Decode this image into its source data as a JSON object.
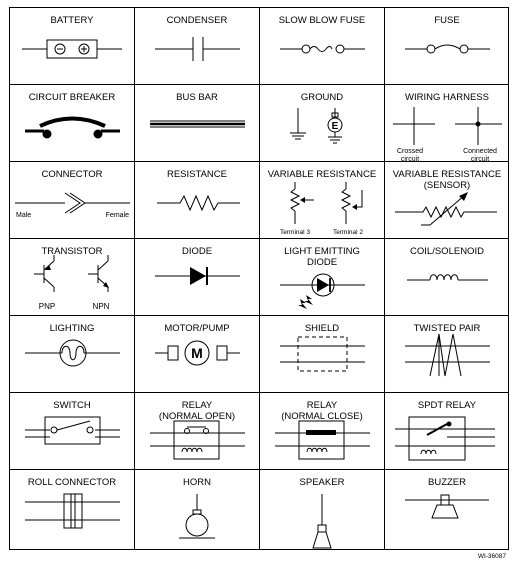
{
  "symbols": [
    {
      "title": "BATTERY"
    },
    {
      "title": "CONDENSER"
    },
    {
      "title": "SLOW BLOW FUSE"
    },
    {
      "title": "FUSE"
    },
    {
      "title": "CIRCUIT BREAKER"
    },
    {
      "title": "BUS BAR"
    },
    {
      "title": "GROUND"
    },
    {
      "title": "WIRING HARNESS",
      "labels": [
        "Crossed\ncircuit",
        "Connected\ncircuit"
      ]
    },
    {
      "title": "CONNECTOR",
      "labels": [
        "Male",
        "Female"
      ]
    },
    {
      "title": "RESISTANCE"
    },
    {
      "title": "VARIABLE RESISTANCE",
      "labels": [
        "Terminal 3",
        "Terminal 2"
      ]
    },
    {
      "title": "VARIABLE RESISTANCE\n(SENSOR)"
    },
    {
      "title": "TRANSISTOR",
      "labels": [
        "PNP",
        "NPN"
      ]
    },
    {
      "title": "DIODE"
    },
    {
      "title": "LIGHT EMITTING\nDIODE"
    },
    {
      "title": "COIL/SOLENOID"
    },
    {
      "title": "LIGHTING"
    },
    {
      "title": "MOTOR/PUMP"
    },
    {
      "title": "SHIELD"
    },
    {
      "title": "TWISTED PAIR"
    },
    {
      "title": "SWITCH"
    },
    {
      "title": "RELAY\n(NORMAL OPEN)"
    },
    {
      "title": "RELAY\n(NORMAL CLOSE)"
    },
    {
      "title": "SPDT RELAY"
    },
    {
      "title": "ROLL CONNECTOR"
    },
    {
      "title": "HORN"
    },
    {
      "title": "SPEAKER"
    },
    {
      "title": "BUZZER"
    }
  ],
  "glyphs": {
    "ground_letter": "E",
    "motor_letter": "M",
    "minus": "⊖",
    "plus": "⊕"
  },
  "figure_id": "WI-36087"
}
